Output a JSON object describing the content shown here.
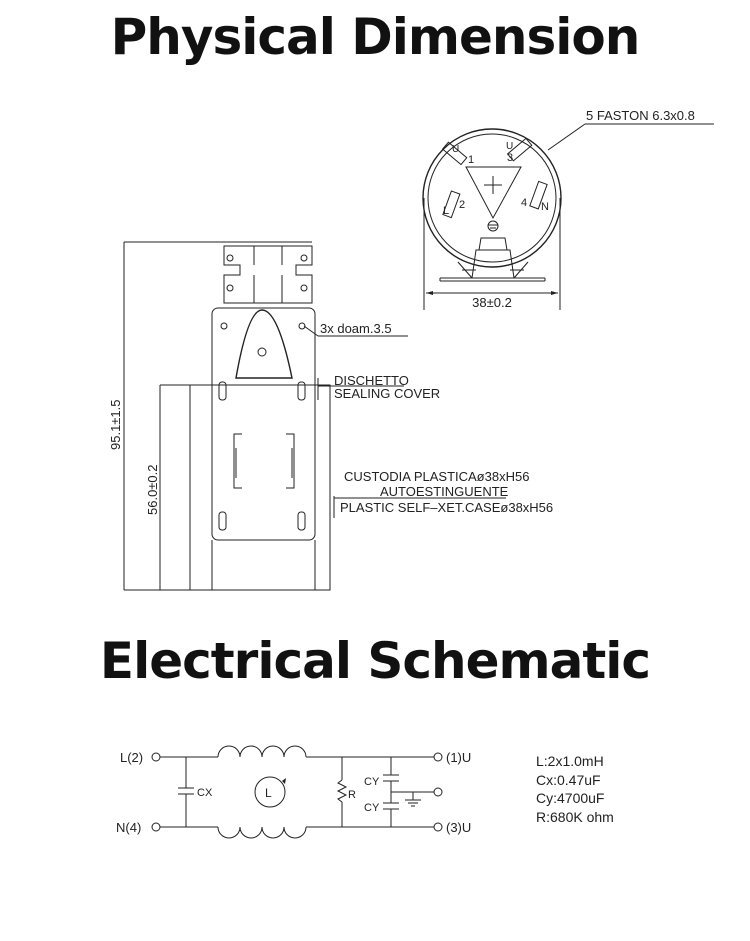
{
  "titles": {
    "physical": "Physical Dimension",
    "electrical": "Electrical Schematic"
  },
  "drawing": {
    "faston": "5  FASTON  6.3x0.8",
    "diameter": "38±0.2",
    "hole": "3x  doam.3.5",
    "dischetto": "DISCHETTO",
    "sealing": "SEALING  COVER",
    "custodia": "CUSTODIA  PLASTICAø38xH56",
    "autoestinguente": "AUTOESTINGUENTE",
    "plastic": "PLASTIC  SELF–XET.CASEø38xH56",
    "height_total": "95.1±1.5",
    "height_case": "56.0±0.2",
    "pins": {
      "p1": "1",
      "p2": "2",
      "p3": "3",
      "p4": "4",
      "l": "L",
      "n": "N",
      "u": "U"
    }
  },
  "schematic": {
    "l_in": "L(2)",
    "n_in": "N(4)",
    "out1": "(1)U",
    "out3": "(3)U",
    "cx": "CX",
    "cy1": "CY",
    "cy2": "CY",
    "r": "R",
    "l": "L"
  },
  "specs": [
    "L:2x1.0mH",
    "Cx:0.47uF",
    "Cy:4700uF",
    "R:680K ohm"
  ]
}
